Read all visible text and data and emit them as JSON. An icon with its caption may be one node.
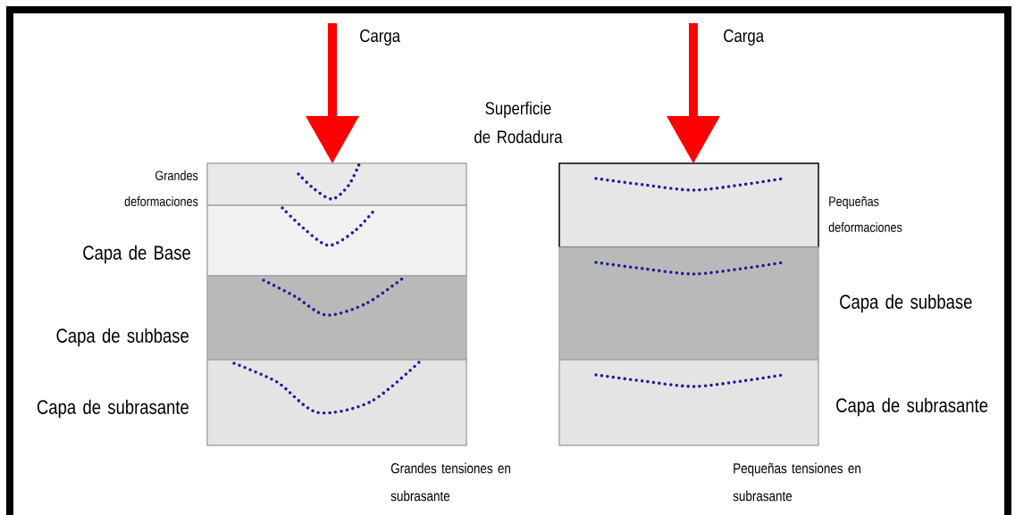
{
  "diagram": {
    "nodes": [
      {
        "text": [
          "Grandes deformaciones"
        ]
      },
      {
        "text": [
          "Capa de Base"
        ]
      },
      {
        "text": [
          "Capa de subbase"
        ]
      },
      {
        "text": [
          "Capa de subrasante"
        ],
        "beside": [
          "Grandes tensiones en subrasante"
        ]
      },
      {
        "text": [
          "Pequeñas deformaciones"
        ]
      },
      {
        "text": [
          "Capa de subbase"
        ]
      },
      {
        "text": [
          "Capa de subrasante"
        ],
        "beside": [
          "Pequeñas tensiones en subrasante"
        ]
      }
    ],
    "labels": [
      "Carga",
      "Carga",
      "Superficie de Rodadura"
    ]
  }
}
